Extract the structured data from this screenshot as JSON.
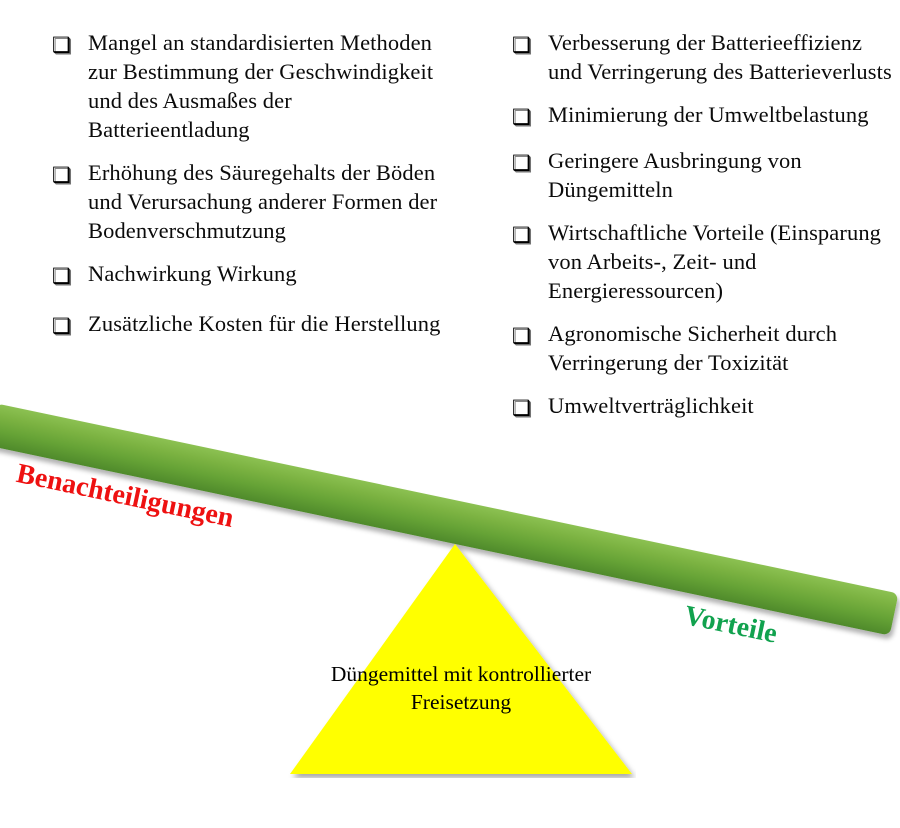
{
  "diagram": {
    "type": "balance-scale-seesaw",
    "bullet_marker_glyph": "❑",
    "colors": {
      "beam_green_light": "#8cc152",
      "beam_green_dark": "#4f8a2b",
      "disadvantages_label": "#ee1111",
      "advantages_label": "#11a24e",
      "fulcrum_fill": "#ffff00",
      "text": "#000000"
    },
    "beam_tilt_degrees": 11.9
  },
  "left_column": {
    "side_label": "Benachteiligungen",
    "items": [
      "Mangel an standardisierten Methoden zur Bestimmung der Geschwindigkeit und des Ausmaßes der Batterieentladung",
      "Erhöhung des Säuregehalts der Böden und Verursachung anderer Formen der Bodenverschmutzung",
      "Nachwirkung Wirkung",
      "Zusätzliche Kosten für die Herstellung"
    ]
  },
  "right_column": {
    "side_label": "Vorteile",
    "items": [
      "Verbesserung der Batterieeffizienz und Verringerung des Batterieverlusts",
      "Minimierung der Umweltbelastung",
      "Geringere Ausbringung von Düngemitteln",
      "Wirtschaftliche Vorteile (Einsparung von Arbeits-, Zeit- und Energieressourcen)",
      "Agronomische Sicherheit durch Verringerung der Toxizität",
      "Umweltverträglichkeit"
    ]
  },
  "fulcrum": {
    "label": "Düngemittel mit kontrollierter Freisetzung"
  }
}
